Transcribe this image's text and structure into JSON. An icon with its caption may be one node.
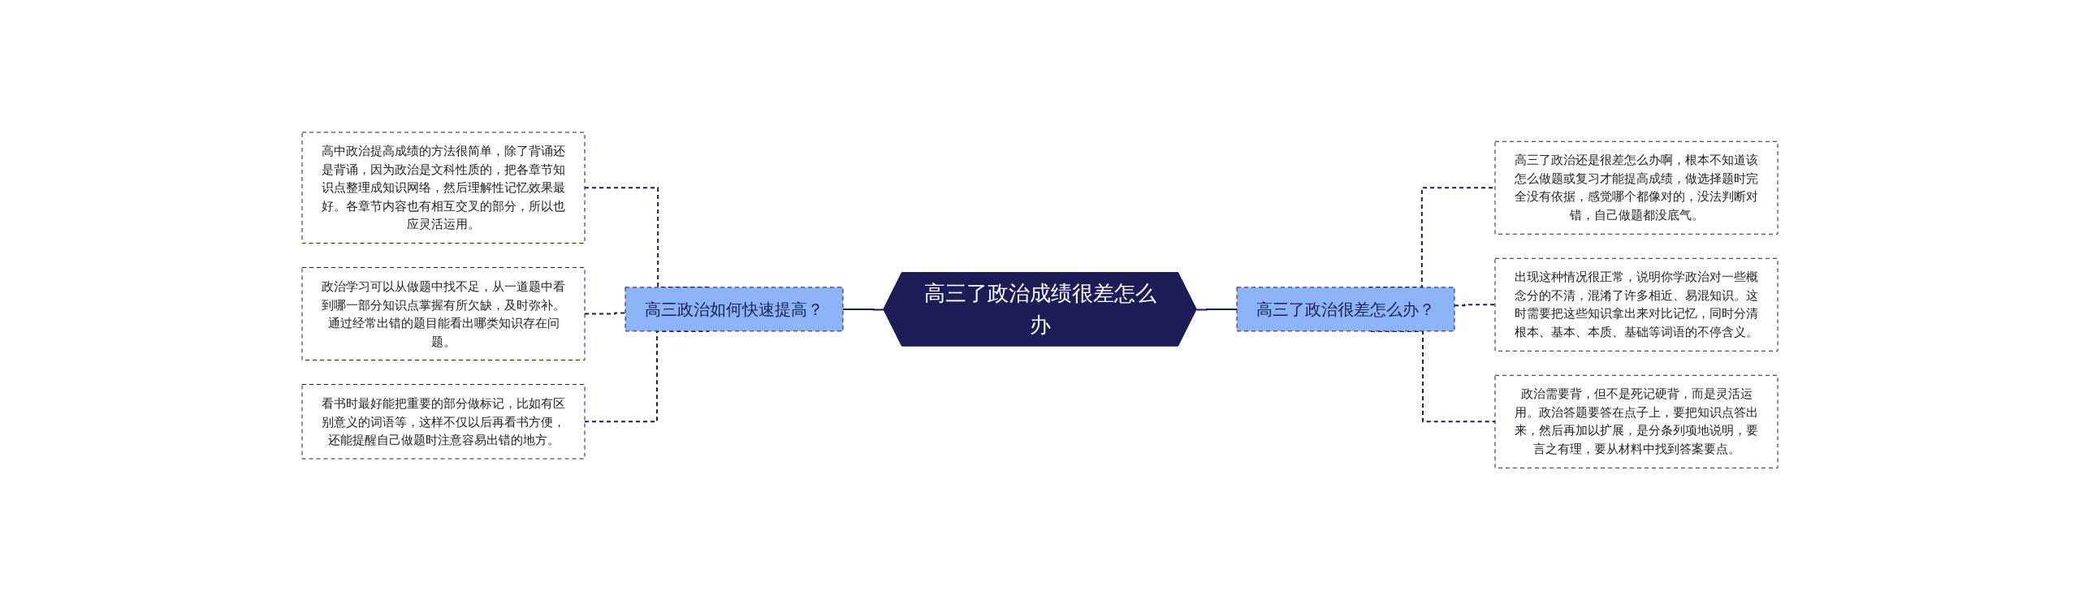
{
  "diagram": {
    "nodes": [
      {
        "text": [
          "高三了政治成绩很差怎么办"
        ]
      },
      {
        "text": [
          "高三政治如何快速提高？"
        ]
      },
      {
        "text": [
          "高中政治提高成绩的方法很简单，除了背诵还是背诵，因为政治是文科性质的，把各章节知识点整理成知识网络，然后理解性记忆效果最好。各章节内容也有相互交叉的部分，所以也应灵活运用。"
        ]
      },
      {
        "text": [
          "政治学习可以从做题中找不足，从一道题中看到哪一部分知识点掌握有所欠缺，及时弥补。通过经常出错的题目能看出哪类知识存在问题。"
        ]
      },
      {
        "text": [
          "看书时最好能把重要的部分做标记，比如有区别意义的词语等，这样不仅以后再看书方便，还能提醒自己做题时注意容易出错的地方。"
        ]
      },
      {
        "text": [
          "高三了政治很差怎么办？"
        ]
      },
      {
        "text": [
          "高三了政治还是很差怎么办啊，根本不知道该怎么做题或复习才能提高成绩，做选择题时完全没有依据，感觉哪个都像对的，没法判断对错，自己做题都没底气。"
        ]
      },
      {
        "text": [
          "出现这种情况很正常，说明你学政治对一些概念分的不清，混淆了许多相近、易混知识。这时需要把这些知识拿出来对比记忆，同时分清根本、基本、本质、基础等词语的不停含义。"
        ]
      },
      {
        "text": [
          "政治需要背，但不是死记硬背，而是灵活运用。政治答题要答在点子上，要把知识点答出来，然后再加以扩展，是分条列项地说明，要言之有理，要从材料中找到答案要点。"
        ]
      }
    ],
    "edges": [
      {
        "from": 0,
        "to": 1,
        "arrow": "none"
      },
      {
        "from": 1,
        "to": 2,
        "arrow": "none",
        "style": "dashed"
      },
      {
        "from": 1,
        "to": 3,
        "arrow": "none",
        "style": "dashed"
      },
      {
        "from": 1,
        "to": 4,
        "arrow": "none",
        "style": "dashed"
      },
      {
        "from": 0,
        "to": 5,
        "arrow": "none"
      },
      {
        "from": 5,
        "to": 6,
        "arrow": "none",
        "style": "dashed"
      },
      {
        "from": 5,
        "to": 7,
        "arrow": "none",
        "style": "dashed"
      },
      {
        "from": 5,
        "to": 8,
        "arrow": "none",
        "style": "dashed"
      }
    ]
  }
}
